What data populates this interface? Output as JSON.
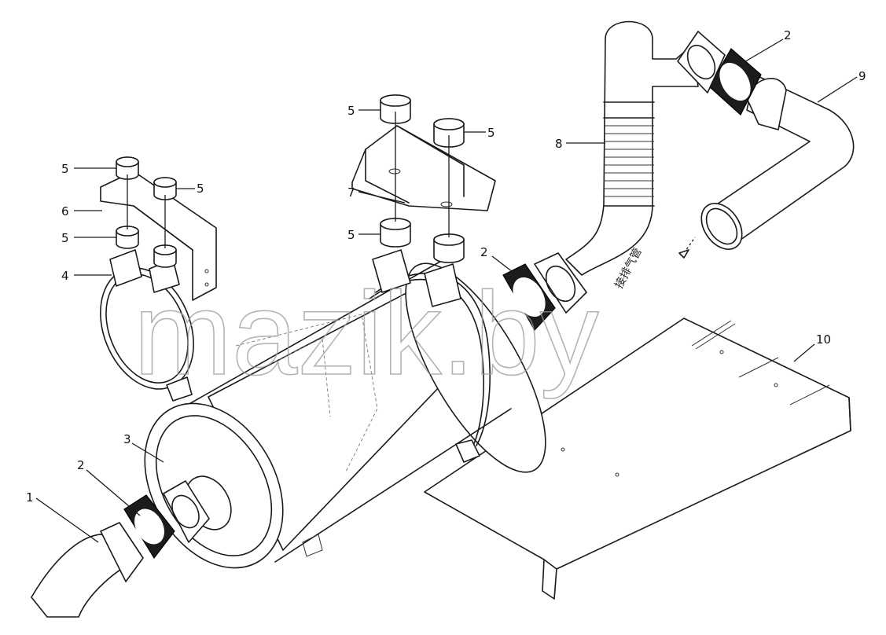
{
  "diagram": {
    "callouts": [
      {
        "id": "c1",
        "label": "1"
      },
      {
        "id": "c2a",
        "label": "2"
      },
      {
        "id": "c2b",
        "label": "2"
      },
      {
        "id": "c2c",
        "label": "2"
      },
      {
        "id": "c3",
        "label": "3"
      },
      {
        "id": "c4",
        "label": "4"
      },
      {
        "id": "c5a",
        "label": "5"
      },
      {
        "id": "c5b",
        "label": "5"
      },
      {
        "id": "c5c",
        "label": "5"
      },
      {
        "id": "c5d",
        "label": "5"
      },
      {
        "id": "c5e",
        "label": "5"
      },
      {
        "id": "c5f",
        "label": "5"
      },
      {
        "id": "c6",
        "label": "6"
      },
      {
        "id": "c7",
        "label": "7"
      },
      {
        "id": "c8",
        "label": "8"
      },
      {
        "id": "c9",
        "label": "9"
      },
      {
        "id": "c10",
        "label": "10"
      }
    ],
    "direction_note": "接排气管",
    "watermark": "mazik.by"
  }
}
